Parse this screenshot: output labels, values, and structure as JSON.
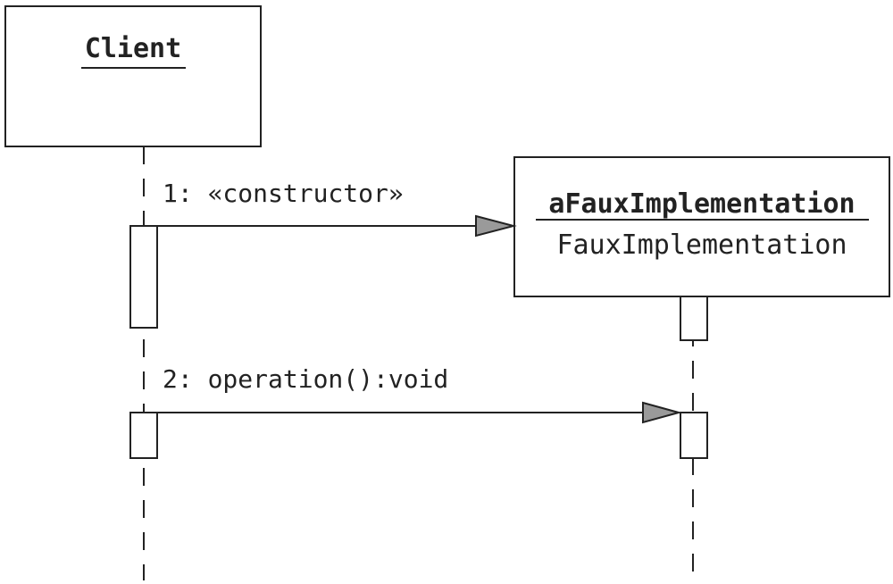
{
  "participants": [
    {
      "name": "Client"
    },
    {
      "name": "aFauxImplementation",
      "type": "FauxImplementation"
    }
  ],
  "messages": [
    {
      "label": "1: «constructor»"
    },
    {
      "label": "2: operation():void"
    }
  ],
  "colors": {
    "line": "#222222",
    "arrowhead": "#9a9a9a",
    "box_fill": "#ffffff"
  }
}
